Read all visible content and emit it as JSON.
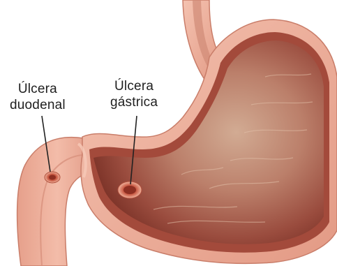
{
  "labels": {
    "duodenal": {
      "line1": "Úlcera",
      "line2": "duodenal"
    },
    "gastric": {
      "line1": "Úlcera",
      "line2": "gástrica"
    }
  },
  "colors": {
    "outer_wall": "#e8a38f",
    "wall_highlight": "#f6c9b8",
    "inner_lining": "#b8584a",
    "interior_light": "#d9b39c",
    "interior_dark": "#8a3a30",
    "ulcer": "#c0503a",
    "leader_line": "#222222"
  }
}
